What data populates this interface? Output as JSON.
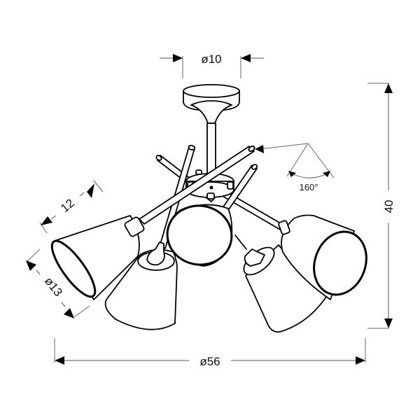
{
  "diagram": {
    "type": "product-dimension-drawing",
    "subject": "5-arm ceiling spot lamp with conical shades",
    "colors": {
      "line": "#000000",
      "dimension_line": "#555555",
      "background": "#ffffff"
    },
    "dimensions": {
      "canopy_diameter": {
        "label": "ø10"
      },
      "total_height": {
        "label": "40"
      },
      "total_diameter": {
        "label": "ø56"
      },
      "shade_length": {
        "label": "12"
      },
      "shade_diameter": {
        "label": "ø13"
      },
      "rotation_angle": {
        "label": "160°"
      }
    },
    "components": [
      "ceiling-canopy",
      "stem",
      "hub",
      "arm-1",
      "arm-2",
      "arm-3",
      "arm-4",
      "arm-5",
      "shade-1",
      "shade-2",
      "shade-3",
      "shade-4",
      "shade-5"
    ]
  }
}
